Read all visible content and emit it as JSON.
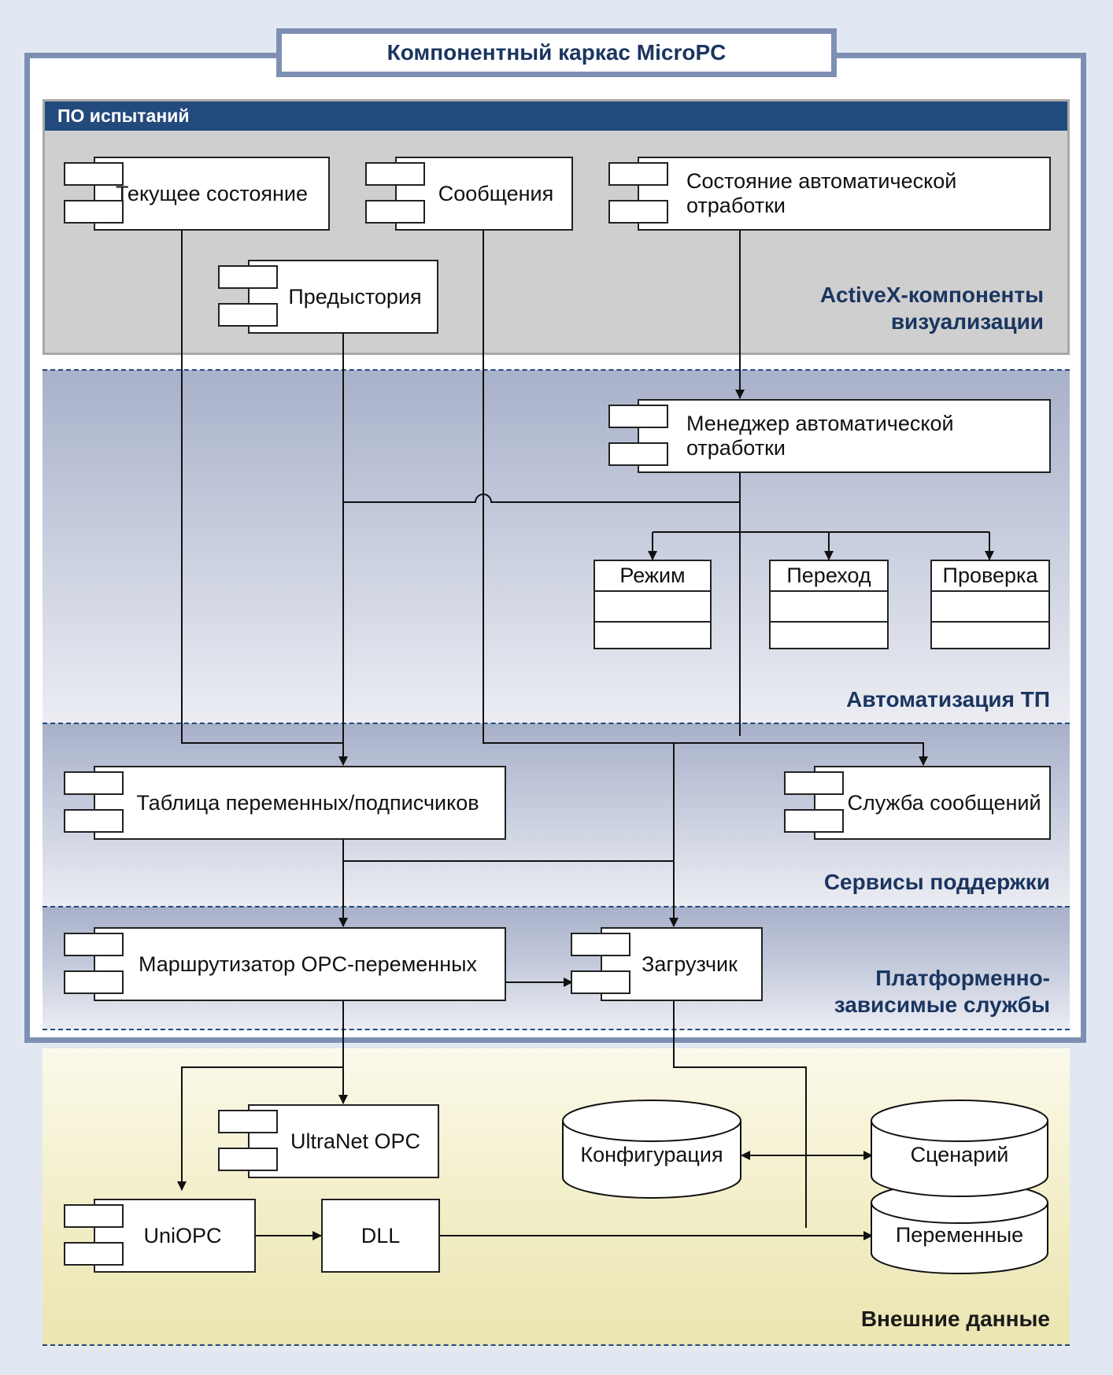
{
  "title": "Компонентный каркас MicroPC",
  "header_band": "ПО испытаний",
  "zones": {
    "activex": [
      "ActiveX-компоненты",
      "визуализации"
    ],
    "automation": "Автоматизация ТП",
    "services": "Сервисы поддержки",
    "platform": [
      "Платформенно-",
      "зависимые службы"
    ],
    "external": "Внешние данные"
  },
  "components": {
    "current_state": "Текущее состояние",
    "messages": "Сообщения",
    "auto_state": "Состояние автоматической отработки",
    "prehistory": "Предыстория",
    "auto_manager": "Менеджер автоматической отработки",
    "var_table": "Таблица переменных/подписчиков",
    "message_service": "Служба сообщений",
    "opc_router": "Маршрутизатор OPC-переменных",
    "loader": "Загрузчик",
    "ultranet": "UltraNet OPC",
    "uniopc": "UniOPC",
    "dll": "DLL"
  },
  "classes": {
    "mode": "Режим",
    "transition": "Переход",
    "check": "Проверка"
  },
  "datastores": {
    "config": "Конфигурация",
    "scenario": "Сценарий",
    "variables": "Переменные"
  },
  "colors": {
    "frame": "#7d8fb3",
    "header": "#234a7c",
    "title_text": "#1a3560"
  }
}
